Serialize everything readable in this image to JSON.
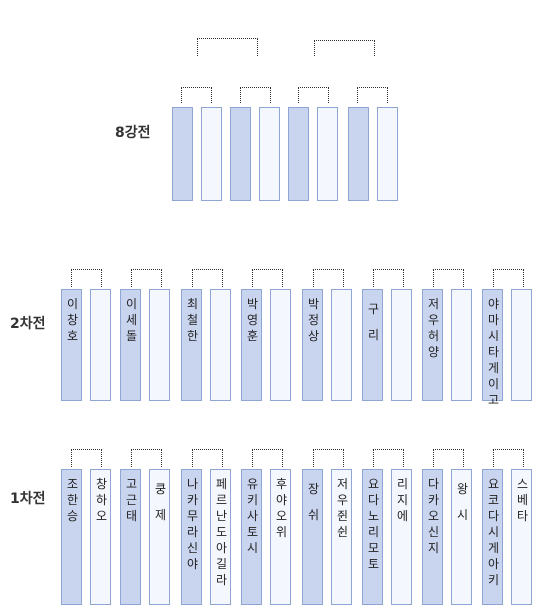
{
  "rounds": [
    {
      "id": "quarterfinal",
      "label": "8강전",
      "players": [
        "",
        "",
        "",
        "",
        "",
        "",
        "",
        ""
      ]
    },
    {
      "id": "round2",
      "label": "2차전",
      "players": [
        "이창호",
        "",
        "이세돌",
        "",
        "최철한",
        "",
        "박영훈",
        "",
        "박정상",
        "",
        "구리",
        "",
        "저우허양",
        "",
        "야마시타게이고",
        ""
      ]
    },
    {
      "id": "round1",
      "label": "1차전",
      "players": [
        "조한승",
        "창하오",
        "고근태",
        "쿵제",
        "나카무라신야",
        "페르난도아길라",
        "유키사토시",
        "후야오위",
        "장쉬",
        "저우쥔쉰",
        "요다노리모토",
        "리지에",
        "다카오신지",
        "왕시",
        "요코다시게아키",
        "스베타"
      ]
    }
  ]
}
